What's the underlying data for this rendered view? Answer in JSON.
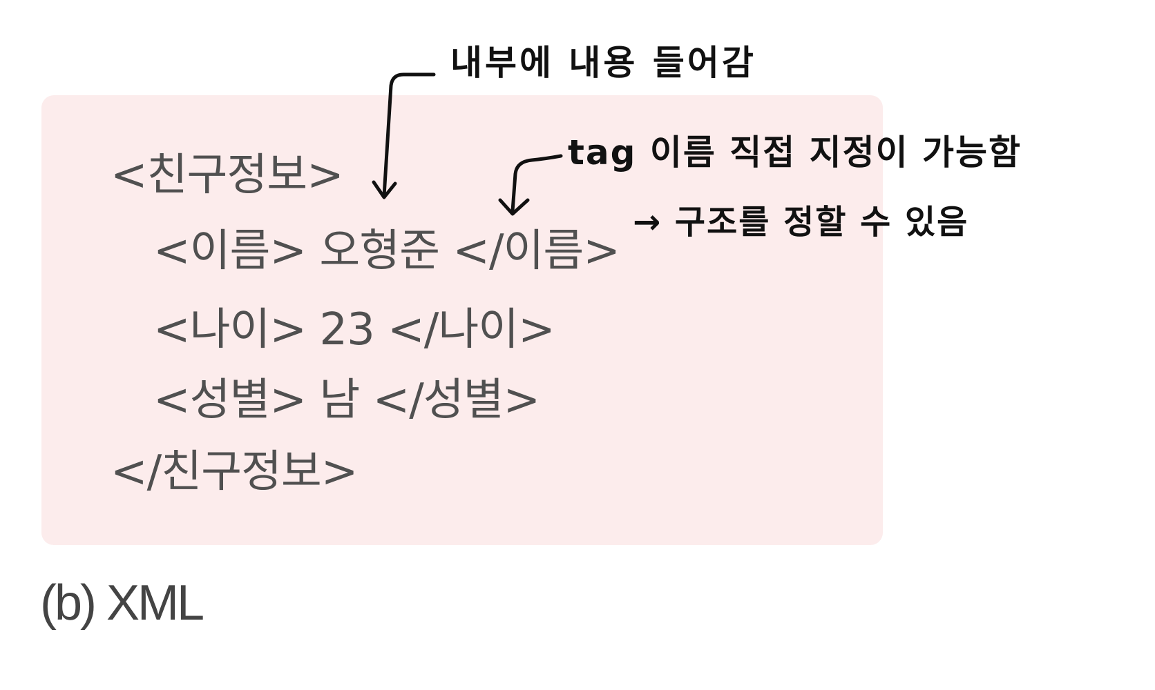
{
  "code": {
    "lines": [
      "<친구정보>",
      "<이름> 오형준 </이름>",
      "<나이> 23 </나이>",
      "<성별> 남 </성별>",
      "</친구정보>"
    ]
  },
  "caption": "(b) XML",
  "annotations": {
    "inner_content": "내부에 내용 들어감",
    "tag_name": "tag 이름 직접 지정이 가능함",
    "structure": "→ 구조를 정할 수 있음"
  }
}
